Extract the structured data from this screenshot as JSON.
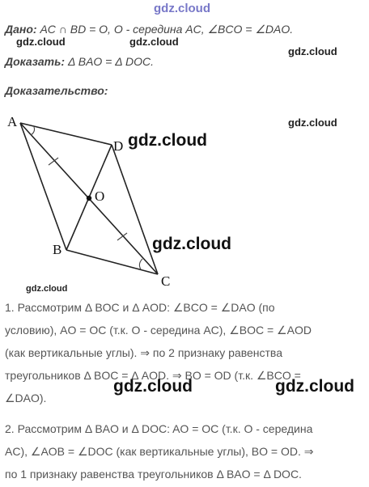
{
  "watermark": "gdz.cloud",
  "given": {
    "label": "Дано:",
    "text": "AC ∩ BD = O, O - середина AC, ∠BCO = ∠DAO."
  },
  "prove": {
    "label": "Доказать:",
    "text": "Δ BAO = Δ DOC."
  },
  "proof_label": "Доказательство:",
  "figure": {
    "points": {
      "A": {
        "label": "A"
      },
      "B": {
        "label": "B"
      },
      "C": {
        "label": "C"
      },
      "D": {
        "label": "D"
      },
      "O": {
        "label": "O"
      }
    }
  },
  "steps": {
    "s1": {
      "l1": "1. Рассмотрим  Δ BOC и  Δ AOD: ∠BCO = ∠DAO (по",
      "l2": "условию), AO = OC (т.к. O - середина AC), ∠BOC = ∠AOD",
      "l3": "(как вертикальные углы).  ⇒  по 2 признаку равенства",
      "l4": "треугольников  Δ BOC = Δ AOD.  ⇒ BO = OD (т.к. ∠BCO =",
      "l5": "∠DAO)."
    },
    "s2": {
      "l1": "2. Рассмотрим  Δ BAO и  Δ DOC: AO = OC (т.к. O - середина",
      "l2": "AC),  ∠AOB = ∠DOC (как вертикальные углы), BO = OD.  ⇒",
      "l3": "по 1 признаку равенства треугольников  Δ BAO = Δ DOC."
    }
  }
}
